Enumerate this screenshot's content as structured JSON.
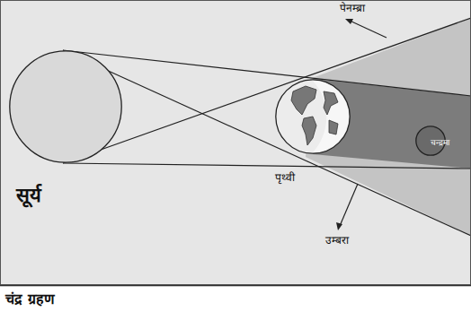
{
  "diagram": {
    "caption": "चंद्र ग्रहण",
    "nodes": [
      {
        "text": [
          "सूर्य"
        ]
      },
      {
        "text": [
          "पृथ्वी"
        ]
      },
      {
        "text": [
          "चन्द्रमा"
        ]
      }
    ],
    "labels": [
      "पेनम्ब्रा",
      "उम्बरा"
    ]
  }
}
